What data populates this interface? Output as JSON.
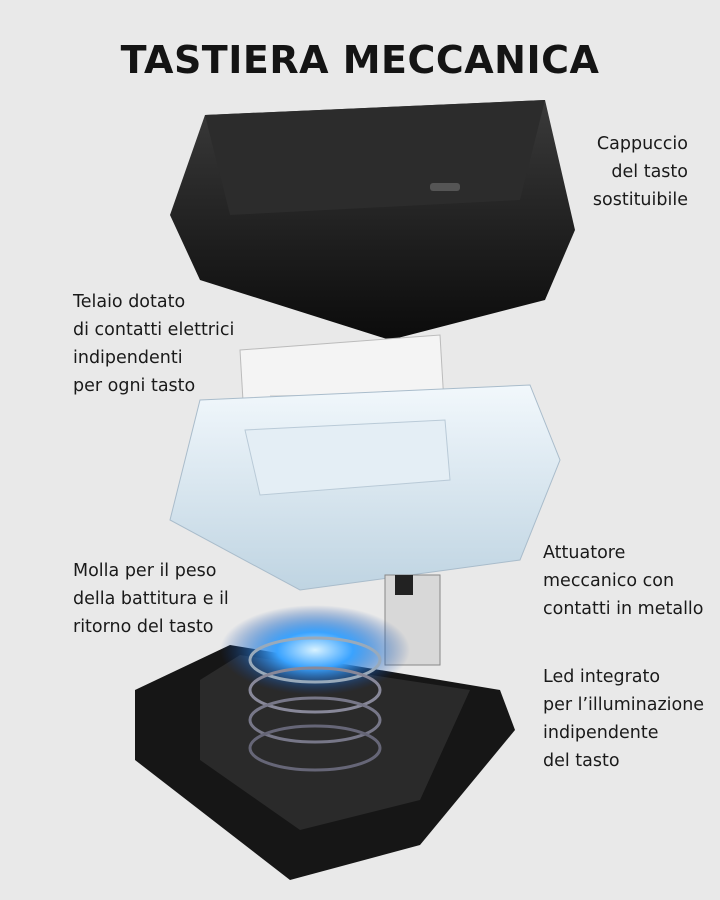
{
  "title": "TASTIERA MECCANICA",
  "labels": {
    "keycap": "Cappuccio\ndel tasto\nsostituibile",
    "frame": "Telaio dotato\ndi contatti elettrici\nindipendenti\nper ogni tasto",
    "spring": "Molla per il peso\ndella battitura e il\nritorno del tasto",
    "actuator": "Attuatore\nmeccanico con\ncontatti in metallo",
    "led": "Led integrato\nper l’illuminazione\nindipendente\ndel tasto"
  }
}
